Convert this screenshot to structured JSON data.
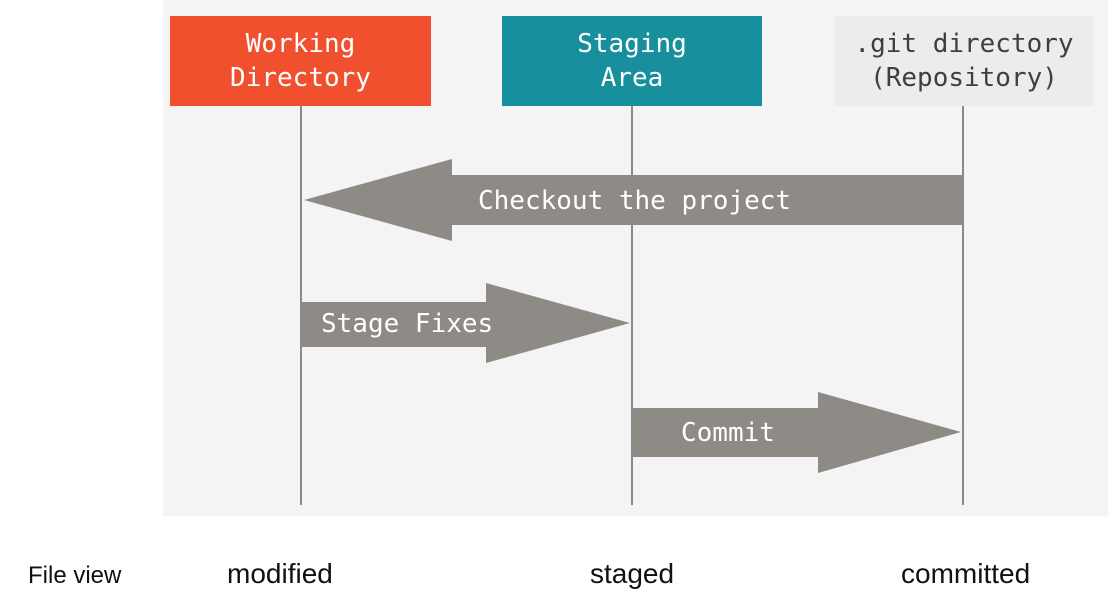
{
  "stages": [
    {
      "id": "working",
      "title_line1": "Working",
      "title_line2": "Directory",
      "color": "#f0502d",
      "text_color": "#ffffff"
    },
    {
      "id": "staging",
      "title_line1": "Staging",
      "title_line2": "Area",
      "color": "#178f9c",
      "text_color": "#ffffff"
    },
    {
      "id": "repo",
      "title_line1": ".git directory",
      "title_line2": "(Repository)",
      "color": "#ececea",
      "text_color": "#3f3f3f"
    }
  ],
  "arrows": [
    {
      "id": "checkout",
      "label": "Checkout the project",
      "from": "repo",
      "to": "working"
    },
    {
      "id": "stage",
      "label": "Stage Fixes",
      "from": "working",
      "to": "staging"
    },
    {
      "id": "commit",
      "label": "Commit",
      "from": "staging",
      "to": "repo"
    }
  ],
  "colors": {
    "panel": "#f4f4f4",
    "lifeline": "#8a8a88",
    "arrow": "#8e8a85"
  },
  "footer": {
    "row_label": "File view",
    "states": [
      "modified",
      "staged",
      "committed"
    ]
  }
}
